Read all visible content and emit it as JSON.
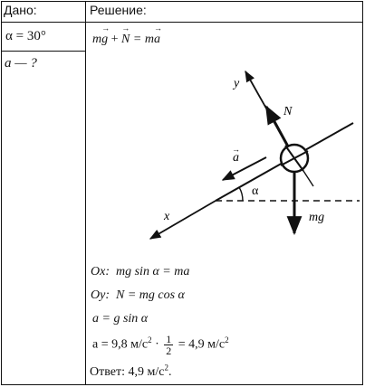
{
  "table": {
    "given_header": "Дано:",
    "solution_header": "Решение:"
  },
  "given": {
    "alpha_row": "α = 30°",
    "unknown_row": "a — ?"
  },
  "diagram": {
    "eq_m1": "m",
    "eq_g": "g",
    "eq_plus": " + ",
    "eq_N": "N",
    "eq_equals": " = m",
    "eq_a": "a",
    "label_y": "y",
    "label_x": "x",
    "label_N": "N",
    "label_a": "a",
    "label_alpha": "α",
    "label_mg": "mg"
  },
  "solution": {
    "ox_label": "Ox:",
    "ox_eq": "mg sin α = ma",
    "oy_label": "Oy:",
    "oy_eq": "N = mg cos α",
    "a_eq": "a = g sin α",
    "calc_left": "a = 9,8 м/с",
    "calc_exp1": "2",
    "calc_dot": " · ",
    "frac_num": "1",
    "frac_den": "2",
    "calc_right": " = 4,9 м/с",
    "calc_exp2": "2",
    "answer_prefix": "Ответ: 4,9 м/с",
    "answer_exp": "2",
    "answer_suffix": "."
  }
}
